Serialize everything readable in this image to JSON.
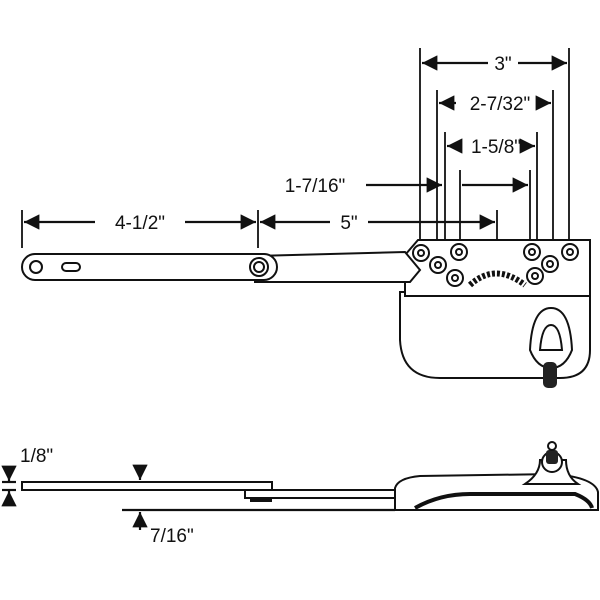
{
  "dimensions": {
    "overall_width": "3\"",
    "hole_span_outer": "2-7/32\"",
    "hole_span_inner": "1-5/8\"",
    "gear_span": "1-7/16\"",
    "arm_short": "4-1/2\"",
    "arm_long": "5\"",
    "arm_thickness": "1/8\"",
    "arm_offset_height": "7/16\""
  },
  "colors": {
    "line": "#111111",
    "background": "#ffffff"
  }
}
